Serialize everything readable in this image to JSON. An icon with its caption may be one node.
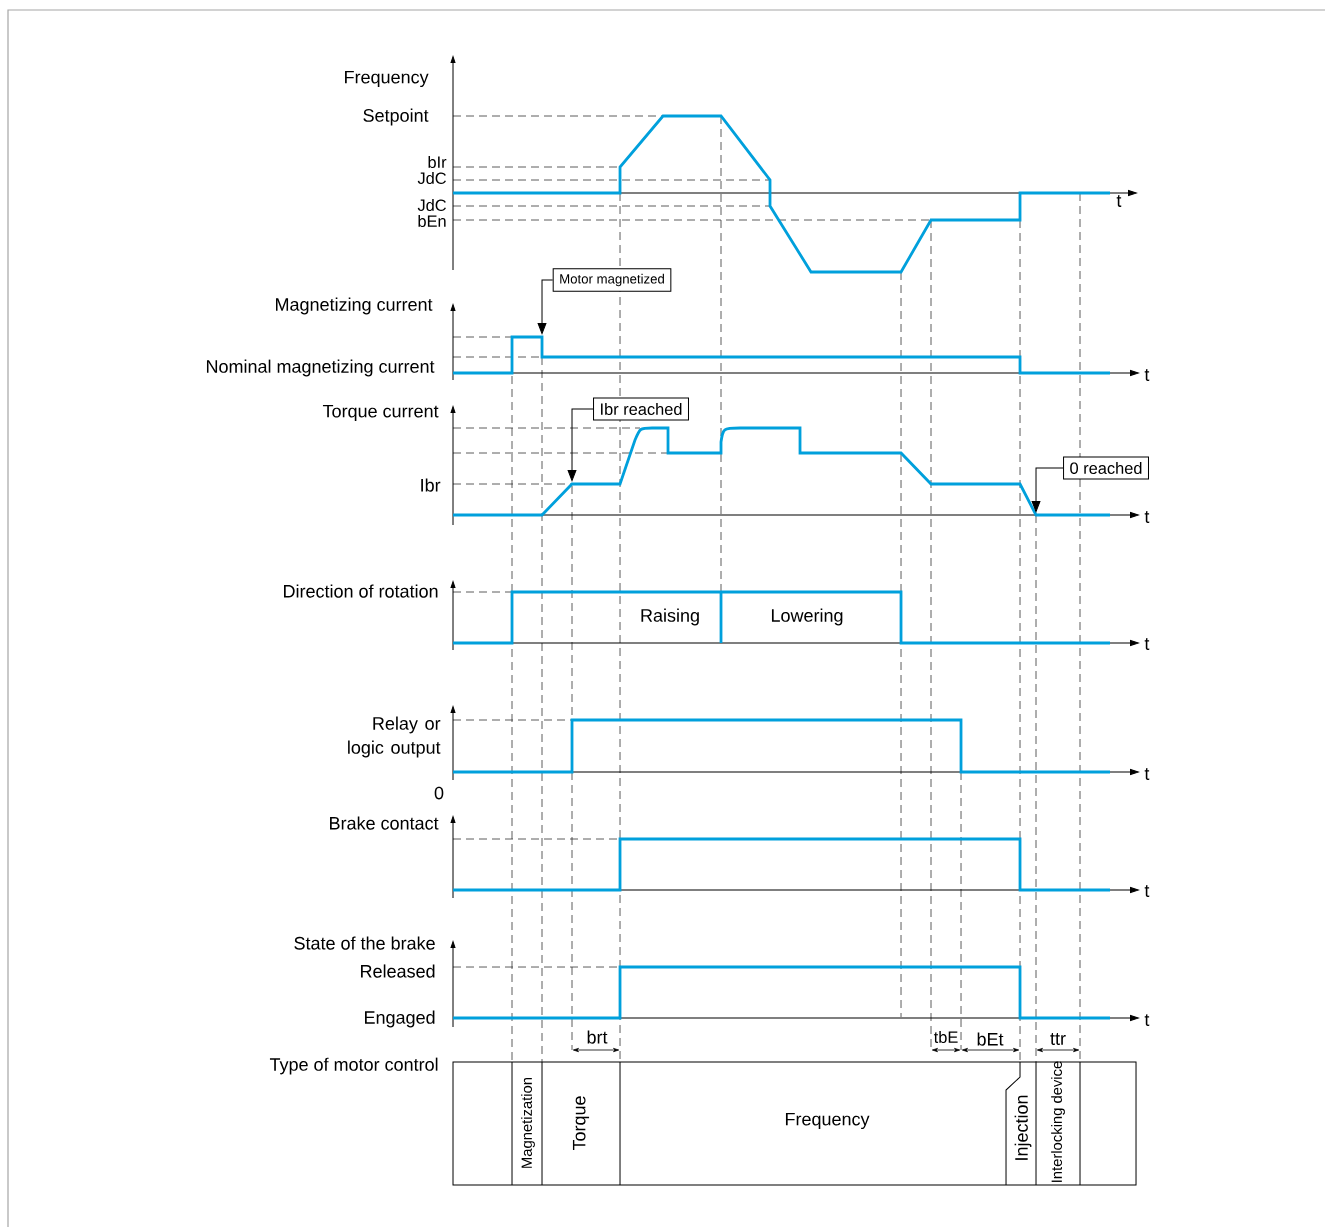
{
  "diagram": {
    "nodes": [
      {
        "text": [
          "Motor magnetized"
        ]
      },
      {
        "text": [
          "Ibr reached"
        ]
      },
      {
        "text": [
          "0 reached"
        ]
      }
    ],
    "edges": [
      {
        "from": 0,
        "to": null,
        "arrow": "to"
      },
      {
        "from": 1,
        "to": null,
        "arrow": "to"
      },
      {
        "from": 2,
        "to": null,
        "arrow": "to"
      }
    ],
    "labels": [
      "Frequency",
      "Setpoint",
      "bIr",
      "JdC",
      "JdC",
      "bEn",
      "t",
      "Magnetizing current",
      "Nominal magnetizing current",
      "t",
      "Torque current",
      "Ibr",
      "t",
      "Direction of rotation",
      "Raising",
      "Lowering",
      "t",
      "Relay or logic output",
      "0",
      "t",
      "Brake contact",
      "t",
      "State of the brake",
      "Released",
      "Engaged",
      "t",
      "brt",
      "tbE",
      "bEt",
      "ttr",
      "Type of motor control",
      "Magnetization",
      "Torque",
      "Frequency",
      "Injection",
      "Interlocking device"
    ]
  }
}
